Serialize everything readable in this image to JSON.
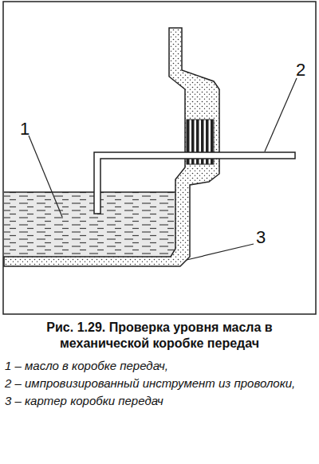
{
  "diagram": {
    "caption": "Рис. 1.29. Проверка уровня масла в механической коробке передач",
    "labels": [
      "1",
      "2",
      "3",
      "1 – масло в коробке передач,",
      "2 – импровизированный инструмент из проволоки,",
      "3 – картер коробки передач"
    ]
  }
}
